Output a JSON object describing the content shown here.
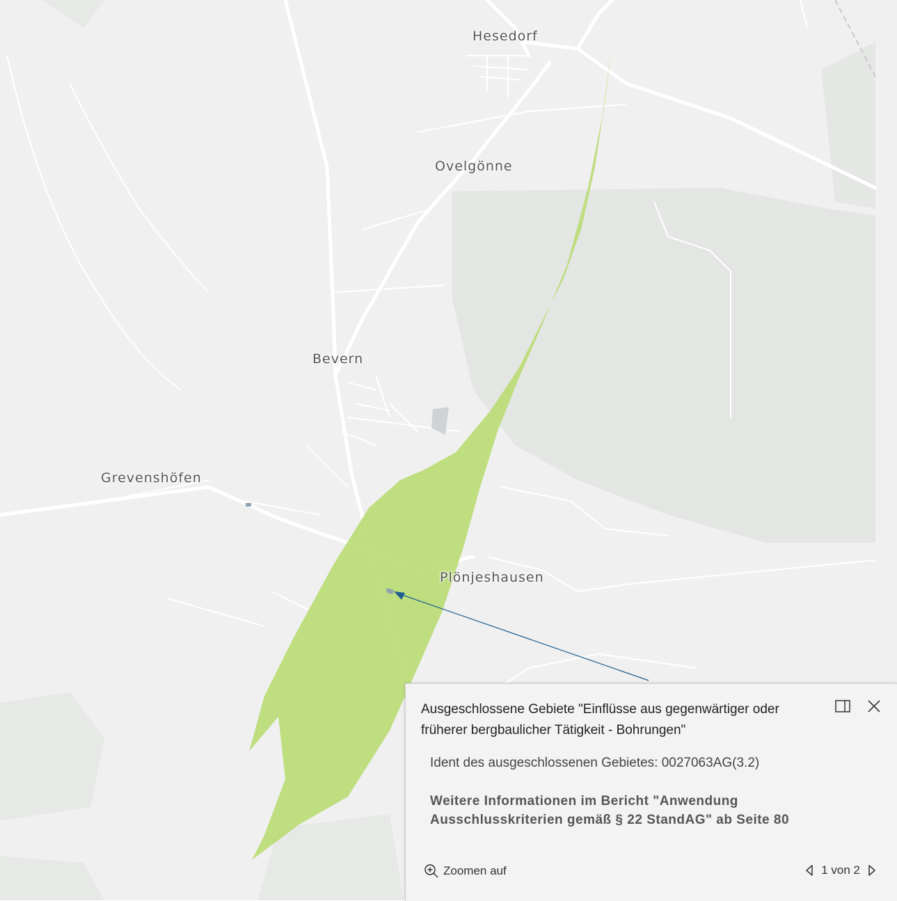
{
  "map": {
    "places": {
      "hesedorf": "Hesedorf",
      "ovelgoenne": "Ovelgönne",
      "bevern": "Bevern",
      "grevenshoefen": "Grevenshöfen",
      "ploenjeshausen": "Plönjeshausen"
    },
    "colors": {
      "background": "#f0f0f0",
      "forest": "#e3e6e3",
      "road": "#ffffff",
      "highlight": "#b9dc73",
      "pointer": "#1f5f8e",
      "marker": "#8fa2ad"
    }
  },
  "popup": {
    "title": "Ausgeschlossene Gebiete \"Einflüsse aus gegenwärtiger oder früherer bergbaulicher Tätigkeit - Bohrungen\"",
    "ident": "Ident des ausgeschlossenen Gebietes: 0027063AG(3.2)",
    "info": "Weitere Informationen im Bericht \"Anwendung Ausschlusskriterien gemäß § 22 StandAG\" ab Seite 80",
    "zoom_label": "Zoomen auf",
    "pagination": "1 von 2",
    "dock_icon": "dock-icon",
    "close_icon": "close-icon"
  }
}
